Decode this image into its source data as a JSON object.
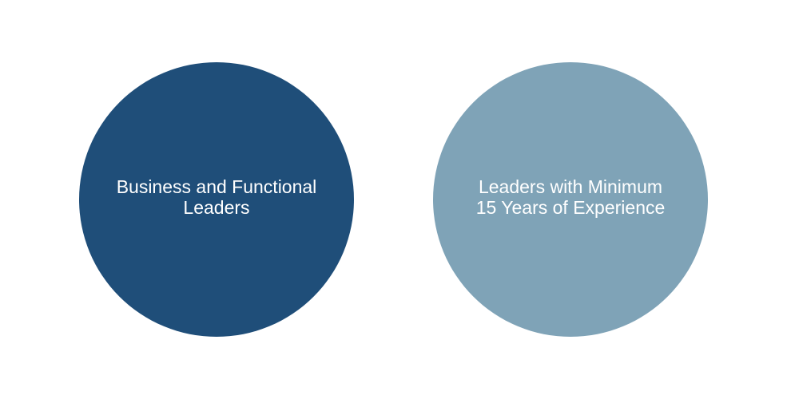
{
  "circles": [
    {
      "color": "#1f4e79",
      "label_lines": [
        "Business and Functional",
        "Leaders"
      ]
    },
    {
      "color": "#7fa3b7",
      "label_lines": [
        "Leaders with Minimum",
        "15 Years of Experience"
      ]
    }
  ],
  "text_color": "#ffffff"
}
